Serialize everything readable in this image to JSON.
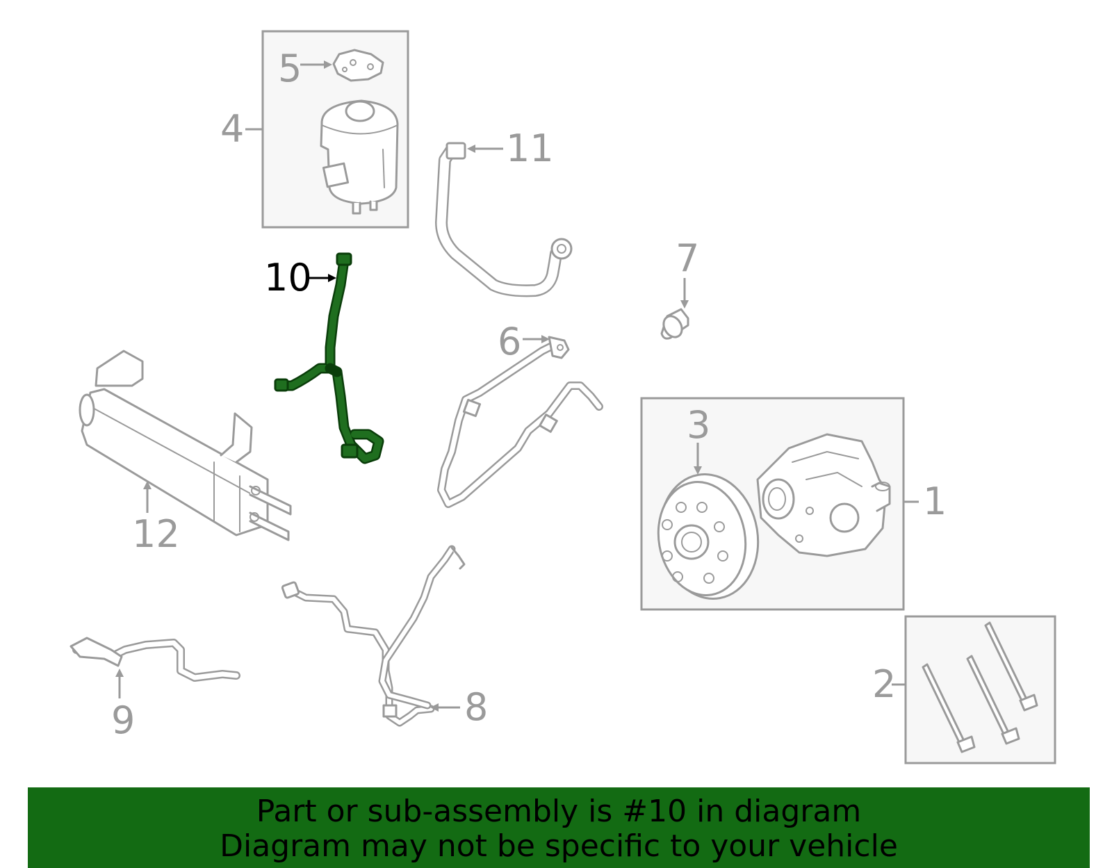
{
  "callouts": {
    "c1": "1",
    "c2": "2",
    "c3": "3",
    "c4": "4",
    "c5": "5",
    "c6": "6",
    "c7": "7",
    "c8": "8",
    "c9": "9",
    "c10": "10",
    "c11": "11",
    "c12": "12"
  },
  "highlighted_part": "10",
  "colors": {
    "highlight": "#1f6e1f",
    "banner": "#136b13",
    "outline": "#9a9a9a"
  },
  "banner": {
    "line1": "Part or sub-assembly is #10 in diagram",
    "line2": "Diagram may not be specific to your vehicle"
  }
}
